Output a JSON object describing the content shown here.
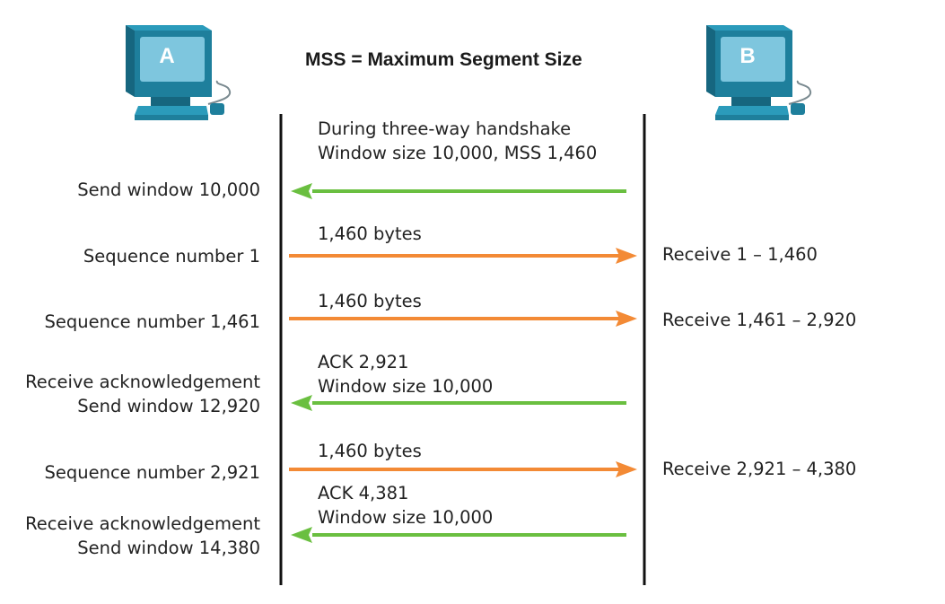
{
  "title": "MSS = Maximum Segment Size",
  "hosts": {
    "a": "A",
    "b": "B"
  },
  "colors": {
    "to_a_arrow": "#6abf40",
    "to_b_arrow": "#f38a35",
    "lifeline": "#111111",
    "computer": "#1e7f9c"
  },
  "messages": [
    {
      "direction": "B-to-A",
      "label_lines": [
        "During three-way handshake",
        "Window size 10,000, MSS 1,460"
      ],
      "left_lines": [
        "Send window 10,000"
      ],
      "right_lines": []
    },
    {
      "direction": "A-to-B",
      "label_lines": [
        "1,460 bytes"
      ],
      "left_lines": [
        "Sequence number 1"
      ],
      "right_lines": [
        "Receive 1 – 1,460"
      ]
    },
    {
      "direction": "A-to-B",
      "label_lines": [
        "1,460 bytes"
      ],
      "left_lines": [
        "Sequence number 1,461"
      ],
      "right_lines": [
        "Receive 1,461 – 2,920"
      ]
    },
    {
      "direction": "B-to-A",
      "label_lines": [
        "ACK 2,921",
        "Window size 10,000"
      ],
      "left_lines": [
        "Receive acknowledgement",
        "Send window 12,920"
      ],
      "right_lines": []
    },
    {
      "direction": "A-to-B",
      "label_lines": [
        "1,460 bytes"
      ],
      "left_lines": [
        "Sequence number 2,921"
      ],
      "right_lines": [
        "Receive 2,921 – 4,380"
      ]
    },
    {
      "direction": "B-to-A",
      "label_lines": [
        "ACK 4,381",
        "Window size 10,000"
      ],
      "left_lines": [
        "Receive acknowledgement",
        "Send window 14,380"
      ],
      "right_lines": []
    }
  ]
}
